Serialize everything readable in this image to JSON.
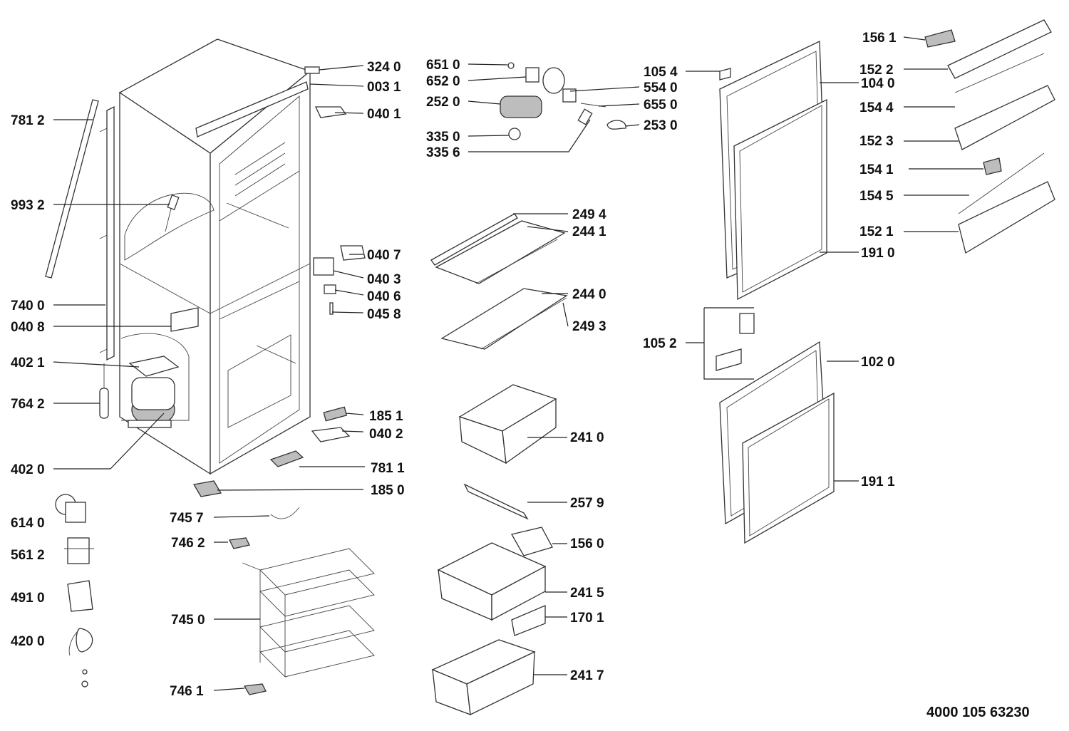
{
  "document_number": "4000 105 63230",
  "callouts": [
    {
      "id": "c3240",
      "label": "324 0"
    },
    {
      "id": "c0031",
      "label": "003 1"
    },
    {
      "id": "c0401",
      "label": "040 1"
    },
    {
      "id": "c7812",
      "label": "781 2"
    },
    {
      "id": "c9932",
      "label": "993 2"
    },
    {
      "id": "c0407",
      "label": "040 7"
    },
    {
      "id": "c0403",
      "label": "040 3"
    },
    {
      "id": "c0406",
      "label": "040 6"
    },
    {
      "id": "c0458",
      "label": "045 8"
    },
    {
      "id": "c7400",
      "label": "740 0"
    },
    {
      "id": "c0408",
      "label": "040 8"
    },
    {
      "id": "c4021",
      "label": "402 1"
    },
    {
      "id": "c7642",
      "label": "764 2"
    },
    {
      "id": "c1851",
      "label": "185 1"
    },
    {
      "id": "c0402",
      "label": "040 2"
    },
    {
      "id": "c4020",
      "label": "402 0"
    },
    {
      "id": "c7811",
      "label": "781 1"
    },
    {
      "id": "c1850",
      "label": "185 0"
    },
    {
      "id": "c6140",
      "label": "614 0"
    },
    {
      "id": "c7457",
      "label": "745 7"
    },
    {
      "id": "c7462",
      "label": "746 2"
    },
    {
      "id": "c5612",
      "label": "561 2"
    },
    {
      "id": "c4910",
      "label": "491 0"
    },
    {
      "id": "c7450",
      "label": "745 0"
    },
    {
      "id": "c4200",
      "label": "420 0"
    },
    {
      "id": "c7461",
      "label": "746 1"
    },
    {
      "id": "c6510",
      "label": "651 0"
    },
    {
      "id": "c6520",
      "label": "652 0"
    },
    {
      "id": "c2520",
      "label": "252 0"
    },
    {
      "id": "c3350",
      "label": "335 0"
    },
    {
      "id": "c3356",
      "label": "335 6"
    },
    {
      "id": "c5540",
      "label": "554 0"
    },
    {
      "id": "c6550",
      "label": "655 0"
    },
    {
      "id": "c2530",
      "label": "253 0"
    },
    {
      "id": "c2494",
      "label": "249 4"
    },
    {
      "id": "c2441",
      "label": "244 1"
    },
    {
      "id": "c2440",
      "label": "244 0"
    },
    {
      "id": "c2493",
      "label": "249 3"
    },
    {
      "id": "c2410",
      "label": "241 0"
    },
    {
      "id": "c2579",
      "label": "257 9"
    },
    {
      "id": "c1560",
      "label": "156 0"
    },
    {
      "id": "c2415",
      "label": "241 5"
    },
    {
      "id": "c1701",
      "label": "170 1"
    },
    {
      "id": "c2417",
      "label": "241 7"
    },
    {
      "id": "c1054",
      "label": "105 4"
    },
    {
      "id": "c1040",
      "label": "104 0"
    },
    {
      "id": "c1910",
      "label": "191 0"
    },
    {
      "id": "c1052",
      "label": "105 2"
    },
    {
      "id": "c1020",
      "label": "102 0"
    },
    {
      "id": "c1911",
      "label": "191 1"
    },
    {
      "id": "c1561",
      "label": "156 1"
    },
    {
      "id": "c1522",
      "label": "152 2"
    },
    {
      "id": "c1544",
      "label": "154 4"
    },
    {
      "id": "c1523",
      "label": "152 3"
    },
    {
      "id": "c1541",
      "label": "154 1"
    },
    {
      "id": "c1545",
      "label": "154 5"
    },
    {
      "id": "c1521",
      "label": "152 1"
    }
  ]
}
